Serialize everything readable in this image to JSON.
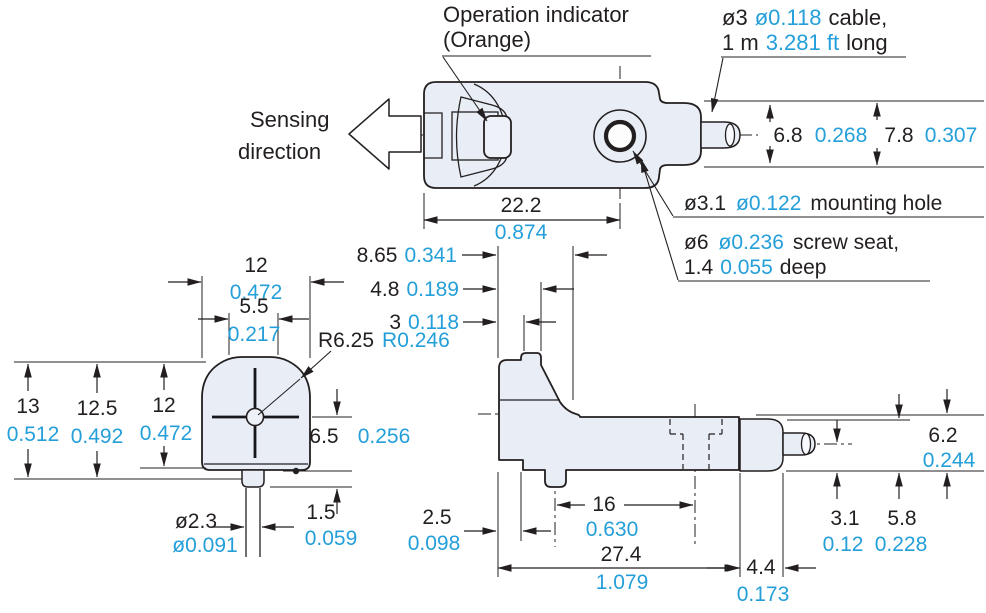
{
  "colors": {
    "ink": "#231f20",
    "accent": "#249fd9",
    "part_fill": "#e9edf5"
  },
  "callouts": {
    "operation_indicator": {
      "line1": "Operation indicator",
      "line2": "(Orange)"
    },
    "sensing_direction": {
      "line1": "Sensing",
      "line2": "direction"
    },
    "cable": {
      "dia_mm": "ø3",
      "dia_in": "ø0.118",
      "text1": "cable,",
      "len_m": "1 m",
      "len_ft": "3.281 ft",
      "text2": "long"
    },
    "mounting_hole": {
      "mm": "ø3.1",
      "in": "ø0.122",
      "text": "mounting hole"
    },
    "screw_seat": {
      "mm": "ø6",
      "in": "ø0.236",
      "text1": "screw seat,",
      "depth_mm": "1.4",
      "depth_in": "0.055",
      "text2": "deep"
    }
  },
  "dims": {
    "body_width": {
      "mm": "22.2",
      "in": "0.874"
    },
    "boot_od": {
      "mm": "6.8",
      "in": "0.268"
    },
    "tail_od": {
      "mm": "7.8",
      "in": "0.307"
    },
    "top_offset_a": {
      "mm": "8.65",
      "in": "0.341"
    },
    "top_offset_b": {
      "mm": "4.8",
      "in": "0.189"
    },
    "top_offset_c": {
      "mm": "3",
      "in": "0.118"
    },
    "front_width": {
      "mm": "12",
      "in": "0.472"
    },
    "crown_width": {
      "mm": "5.5",
      "in": "0.217"
    },
    "crown_radius": {
      "mm": "R6.25",
      "in": "R0.246"
    },
    "height_total": {
      "mm": "13",
      "in": "0.512"
    },
    "height_mid": {
      "mm": "12.5",
      "in": "0.492"
    },
    "height_body": {
      "mm": "12",
      "in": "0.472"
    },
    "axis_height": {
      "mm": "6.5",
      "in": "0.256"
    },
    "cable_dia": {
      "mm": "ø2.3",
      "in": "ø0.091"
    },
    "foot_height": {
      "mm": "1.5",
      "in": "0.059"
    },
    "nose_setback": {
      "mm": "2.5",
      "in": "0.098"
    },
    "hole_pitch": {
      "mm": "16",
      "in": "0.630"
    },
    "overall_length": {
      "mm": "27.4",
      "in": "1.079"
    },
    "boot_length": {
      "mm": "4.4",
      "in": "0.173"
    },
    "cable_center": {
      "mm": "3.1",
      "in": "0.12"
    },
    "boot_dia": {
      "mm": "5.8",
      "in": "0.228"
    },
    "tail_height": {
      "mm": "6.2",
      "in": "0.244"
    }
  }
}
